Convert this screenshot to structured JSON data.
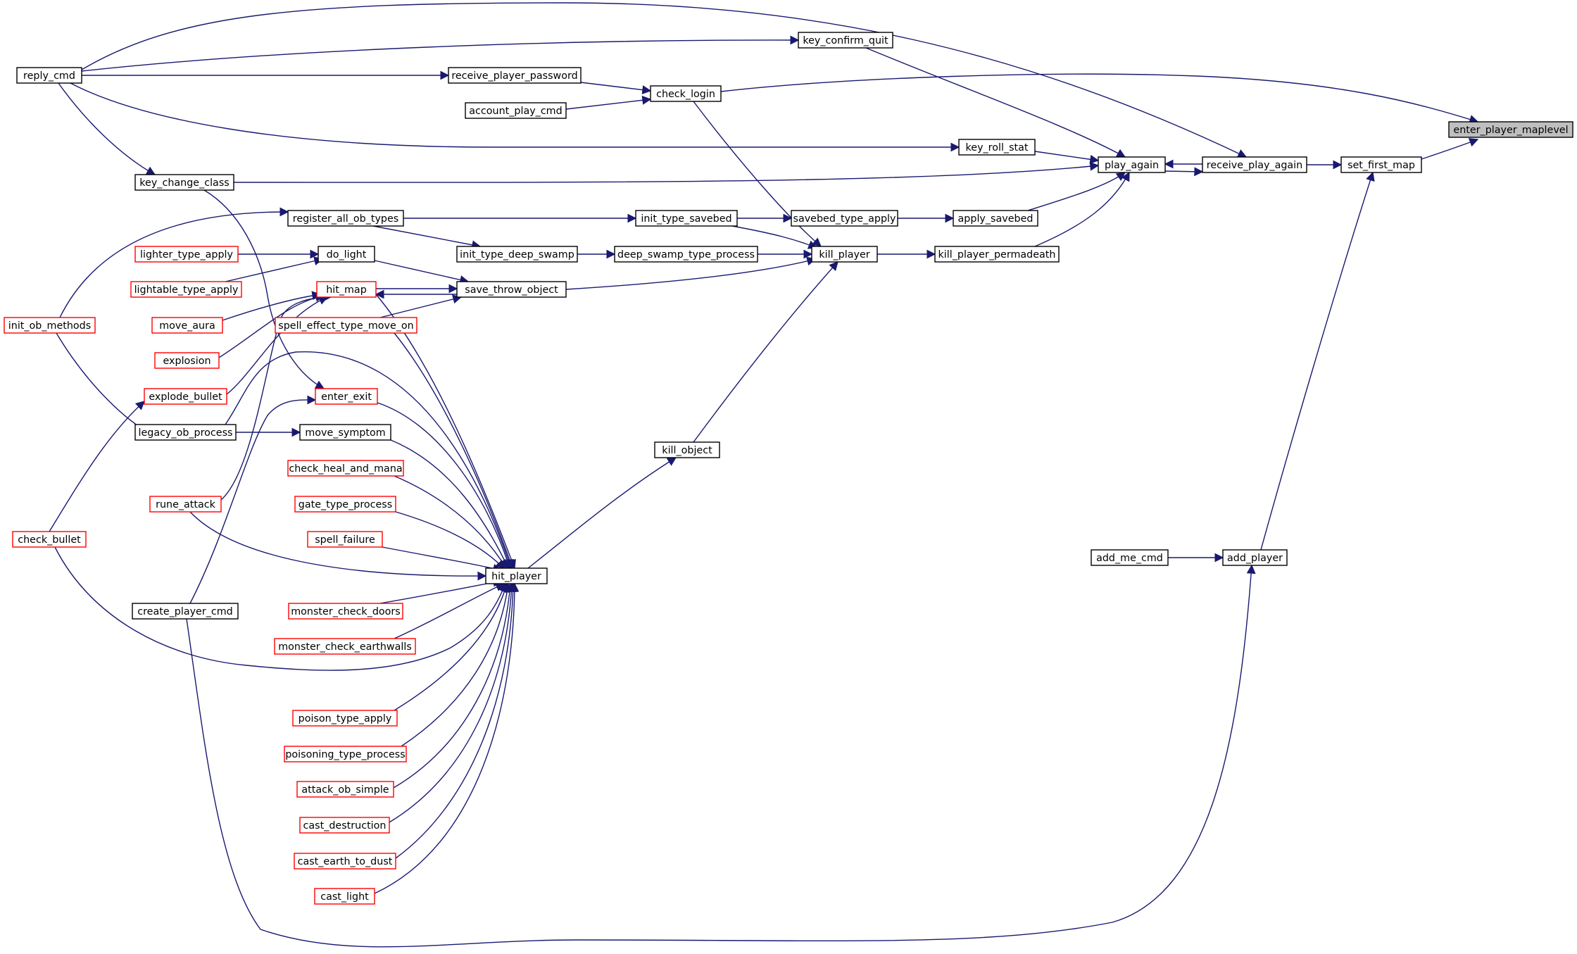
{
  "graph": {
    "root": "enter_player_maplevel",
    "colors": {
      "edge": "#191970",
      "arrowhead": "#191970",
      "node_border": "#000000",
      "truncated_node_border": "#ff0000",
      "root_fill": "#bfbfbf"
    },
    "nodes": [
      {
        "id": "enter_player_maplevel",
        "label": "enter_player_maplevel",
        "style": "root"
      },
      {
        "id": "set_first_map",
        "label": "set_first_map",
        "style": "black"
      },
      {
        "id": "receive_play_again",
        "label": "receive_play_again",
        "style": "black"
      },
      {
        "id": "add_player",
        "label": "add_player",
        "style": "black"
      },
      {
        "id": "add_me_cmd",
        "label": "add_me_cmd",
        "style": "black"
      },
      {
        "id": "play_again",
        "label": "play_again",
        "style": "black"
      },
      {
        "id": "key_confirm_quit",
        "label": "key_confirm_quit",
        "style": "black"
      },
      {
        "id": "check_login",
        "label": "check_login",
        "style": "black"
      },
      {
        "id": "receive_player_password",
        "label": "receive_player_password",
        "style": "black"
      },
      {
        "id": "account_play_cmd",
        "label": "account_play_cmd",
        "style": "black"
      },
      {
        "id": "reply_cmd",
        "label": "reply_cmd",
        "style": "black"
      },
      {
        "id": "key_roll_stat",
        "label": "key_roll_stat",
        "style": "black"
      },
      {
        "id": "key_change_class",
        "label": "key_change_class",
        "style": "black"
      },
      {
        "id": "apply_savebed",
        "label": "apply_savebed",
        "style": "black"
      },
      {
        "id": "savebed_type_apply",
        "label": "savebed_type_apply",
        "style": "black"
      },
      {
        "id": "init_type_savebed",
        "label": "init_type_savebed",
        "style": "black"
      },
      {
        "id": "register_all_ob_types",
        "label": "register_all_ob_types",
        "style": "black"
      },
      {
        "id": "init_ob_methods",
        "label": "init_ob_methods",
        "style": "red"
      },
      {
        "id": "kill_player_permadeath",
        "label": "kill_player_permadeath",
        "style": "black"
      },
      {
        "id": "kill_player",
        "label": "kill_player",
        "style": "black"
      },
      {
        "id": "deep_swamp_type_process",
        "label": "deep_swamp_type_process",
        "style": "black"
      },
      {
        "id": "init_type_deep_swamp",
        "label": "init_type_deep_swamp",
        "style": "black"
      },
      {
        "id": "save_throw_object",
        "label": "save_throw_object",
        "style": "black"
      },
      {
        "id": "do_light",
        "label": "do_light",
        "style": "black"
      },
      {
        "id": "lighter_type_apply",
        "label": "lighter_type_apply",
        "style": "red"
      },
      {
        "id": "lightable_type_apply",
        "label": "lightable_type_apply",
        "style": "red"
      },
      {
        "id": "hit_map",
        "label": "hit_map",
        "style": "red"
      },
      {
        "id": "move_aura",
        "label": "move_aura",
        "style": "red"
      },
      {
        "id": "explosion",
        "label": "explosion",
        "style": "red"
      },
      {
        "id": "explode_bullet",
        "label": "explode_bullet",
        "style": "red"
      },
      {
        "id": "check_bullet",
        "label": "check_bullet",
        "style": "red"
      },
      {
        "id": "legacy_ob_process",
        "label": "legacy_ob_process",
        "style": "black"
      },
      {
        "id": "rune_attack",
        "label": "rune_attack",
        "style": "red"
      },
      {
        "id": "spell_effect_type_move_on",
        "label": "spell_effect_type_move_on",
        "style": "red"
      },
      {
        "id": "kill_object",
        "label": "kill_object",
        "style": "black"
      },
      {
        "id": "hit_player",
        "label": "hit_player",
        "style": "black"
      },
      {
        "id": "enter_exit",
        "label": "enter_exit",
        "style": "red"
      },
      {
        "id": "create_player_cmd",
        "label": "create_player_cmd",
        "style": "black"
      },
      {
        "id": "move_symptom",
        "label": "move_symptom",
        "style": "black"
      },
      {
        "id": "check_heal_and_mana",
        "label": "check_heal_and_mana",
        "style": "red"
      },
      {
        "id": "gate_type_process",
        "label": "gate_type_process",
        "style": "red"
      },
      {
        "id": "spell_failure",
        "label": "spell_failure",
        "style": "red"
      },
      {
        "id": "monster_check_doors",
        "label": "monster_check_doors",
        "style": "red"
      },
      {
        "id": "monster_check_earthwalls",
        "label": "monster_check_earthwalls",
        "style": "red"
      },
      {
        "id": "poison_type_apply",
        "label": "poison_type_apply",
        "style": "red"
      },
      {
        "id": "poisoning_type_process",
        "label": "poisoning_type_process",
        "style": "red"
      },
      {
        "id": "attack_ob_simple",
        "label": "attack_ob_simple",
        "style": "red"
      },
      {
        "id": "cast_destruction",
        "label": "cast_destruction",
        "style": "red"
      },
      {
        "id": "cast_earth_to_dust",
        "label": "cast_earth_to_dust",
        "style": "red"
      },
      {
        "id": "cast_light",
        "label": "cast_light",
        "style": "red"
      }
    ],
    "edges": [
      {
        "from": "set_first_map",
        "to": "enter_player_maplevel"
      },
      {
        "from": "check_login",
        "to": "enter_player_maplevel"
      },
      {
        "from": "receive_play_again",
        "to": "set_first_map"
      },
      {
        "from": "add_player",
        "to": "set_first_map"
      },
      {
        "from": "add_me_cmd",
        "to": "add_player"
      },
      {
        "from": "create_player_cmd",
        "to": "add_player"
      },
      {
        "from": "play_again",
        "to": "receive_play_again"
      },
      {
        "from": "receive_play_again",
        "to": "play_again"
      },
      {
        "from": "reply_cmd",
        "to": "receive_play_again"
      },
      {
        "from": "key_confirm_quit",
        "to": "play_again"
      },
      {
        "from": "key_roll_stat",
        "to": "play_again"
      },
      {
        "from": "key_change_class",
        "to": "play_again"
      },
      {
        "from": "apply_savebed",
        "to": "play_again"
      },
      {
        "from": "kill_player_permadeath",
        "to": "play_again"
      },
      {
        "from": "reply_cmd",
        "to": "key_confirm_quit"
      },
      {
        "from": "receive_player_password",
        "to": "check_login"
      },
      {
        "from": "account_play_cmd",
        "to": "check_login"
      },
      {
        "from": "reply_cmd",
        "to": "receive_player_password"
      },
      {
        "from": "reply_cmd",
        "to": "key_roll_stat"
      },
      {
        "from": "reply_cmd",
        "to": "key_change_class"
      },
      {
        "from": "savebed_type_apply",
        "to": "apply_savebed"
      },
      {
        "from": "init_type_savebed",
        "to": "savebed_type_apply"
      },
      {
        "from": "register_all_ob_types",
        "to": "init_type_savebed"
      },
      {
        "from": "register_all_ob_types",
        "to": "init_type_deep_swamp"
      },
      {
        "from": "init_ob_methods",
        "to": "register_all_ob_types"
      },
      {
        "from": "init_ob_methods",
        "to": "legacy_ob_process"
      },
      {
        "from": "kill_player",
        "to": "kill_player_permadeath"
      },
      {
        "from": "check_login",
        "to": "kill_player"
      },
      {
        "from": "init_type_savebed",
        "to": "kill_player"
      },
      {
        "from": "deep_swamp_type_process",
        "to": "kill_player"
      },
      {
        "from": "save_throw_object",
        "to": "kill_player"
      },
      {
        "from": "kill_object",
        "to": "kill_player"
      },
      {
        "from": "init_type_deep_swamp",
        "to": "deep_swamp_type_process"
      },
      {
        "from": "do_light",
        "to": "save_throw_object"
      },
      {
        "from": "hit_map",
        "to": "save_throw_object"
      },
      {
        "from": "save_throw_object",
        "to": "hit_map"
      },
      {
        "from": "spell_effect_type_move_on",
        "to": "save_throw_object"
      },
      {
        "from": "lighter_type_apply",
        "to": "do_light"
      },
      {
        "from": "lightable_type_apply",
        "to": "do_light"
      },
      {
        "from": "move_aura",
        "to": "hit_map"
      },
      {
        "from": "explosion",
        "to": "hit_map"
      },
      {
        "from": "explode_bullet",
        "to": "hit_map"
      },
      {
        "from": "rune_attack",
        "to": "hit_map"
      },
      {
        "from": "check_bullet",
        "to": "explode_bullet"
      },
      {
        "from": "legacy_ob_process",
        "to": "move_symptom"
      },
      {
        "from": "hit_player",
        "to": "kill_object"
      },
      {
        "from": "hit_map",
        "to": "hit_player"
      },
      {
        "from": "spell_effect_type_move_on",
        "to": "hit_player"
      },
      {
        "from": "legacy_ob_process",
        "to": "hit_player"
      },
      {
        "from": "enter_exit",
        "to": "hit_player"
      },
      {
        "from": "move_symptom",
        "to": "hit_player"
      },
      {
        "from": "check_heal_and_mana",
        "to": "hit_player"
      },
      {
        "from": "gate_type_process",
        "to": "hit_player"
      },
      {
        "from": "spell_failure",
        "to": "hit_player"
      },
      {
        "from": "rune_attack",
        "to": "hit_player"
      },
      {
        "from": "monster_check_doors",
        "to": "hit_player"
      },
      {
        "from": "monster_check_earthwalls",
        "to": "hit_player"
      },
      {
        "from": "check_bullet",
        "to": "hit_player"
      },
      {
        "from": "poison_type_apply",
        "to": "hit_player"
      },
      {
        "from": "poisoning_type_process",
        "to": "hit_player"
      },
      {
        "from": "attack_ob_simple",
        "to": "hit_player"
      },
      {
        "from": "cast_destruction",
        "to": "hit_player"
      },
      {
        "from": "cast_earth_to_dust",
        "to": "hit_player"
      },
      {
        "from": "cast_light",
        "to": "hit_player"
      },
      {
        "from": "key_change_class",
        "to": "enter_exit"
      },
      {
        "from": "create_player_cmd",
        "to": "enter_exit"
      }
    ]
  }
}
